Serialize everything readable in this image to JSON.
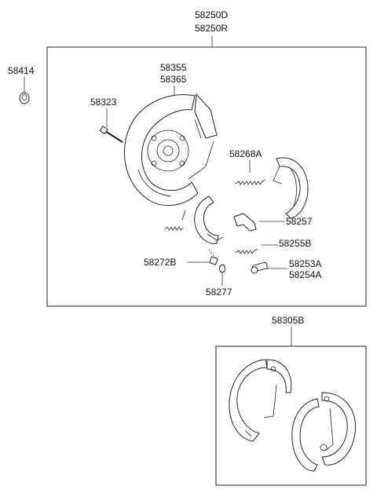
{
  "labels": {
    "assembly_line1": "58250D",
    "assembly_line2": "58250R",
    "p58414": "58414",
    "p58355": "58355",
    "p58365": "58365",
    "p58323": "58323",
    "p58268A": "58268A",
    "p58257": "58257",
    "p58255B": "58255B",
    "p58272B": "58272B",
    "p58253A": "58253A",
    "p58254A": "58254A",
    "p58277": "58277",
    "p58305B": "58305B"
  }
}
